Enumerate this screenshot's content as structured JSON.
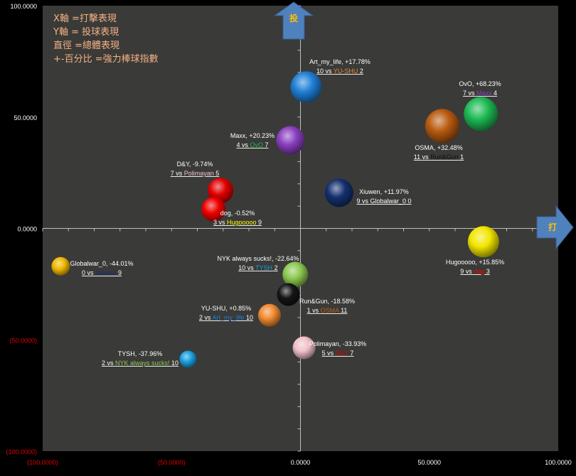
{
  "legend": [
    "X軸 =打擊表現",
    "Y軸 = 投球表現",
    "直徑 =總體表現",
    "+-百分比 =強力棒球指數"
  ],
  "arrows": {
    "up": "投",
    "right": "打"
  },
  "chart_data": {
    "type": "bubble",
    "title": "",
    "xlabel": "打擊表現",
    "ylabel": "投球表現",
    "xlim": [
      -100,
      100
    ],
    "ylim": [
      -100,
      100
    ],
    "x_ticks": [
      "(100.0000)",
      "(50.0000)",
      "0.0000",
      "50.0000",
      "100.0000"
    ],
    "x_tick_values": [
      -100,
      -50,
      0,
      50,
      100
    ],
    "y_ticks": [
      "100.0000",
      "50.0000",
      "0.0000",
      "(50.0000)",
      "(100.0000)"
    ],
    "y_tick_values": [
      100,
      50,
      0,
      -50,
      -100
    ],
    "grid": false,
    "points": [
      {
        "name": "Art_my_life",
        "pct": "+17.78%",
        "x": 2.2,
        "y": 63.5,
        "size": 22,
        "color": "#1f7fd6",
        "rank": "10",
        "opp": "YU-SHU",
        "opp_rank": "2",
        "opp_color": "#f08a30"
      },
      {
        "name": "OvO",
        "pct": "+68.23%",
        "x": 70,
        "y": 51.4,
        "size": 24,
        "color": "#1db954",
        "rank": "7",
        "opp": "Maxx",
        "opp_rank": "4",
        "opp_color": "#8a3fc0"
      },
      {
        "name": "OSMA",
        "pct": "+32.48%",
        "x": 55,
        "y": 46,
        "size": 24,
        "color": "#b85a10",
        "rank": "11",
        "opp": "Run&Gun",
        "opp_rank": "1",
        "opp_color": "#111111"
      },
      {
        "name": "Maxx",
        "pct": "+20.23%",
        "x": -3.9,
        "y": 39.6,
        "size": 20,
        "color": "#8a3fc0",
        "rank": "4",
        "opp": "OvO",
        "opp_rank": "7",
        "opp_color": "#1db954"
      },
      {
        "name": "D&Y",
        "pct": "-9.74%",
        "x": -31,
        "y": 17,
        "size": 18,
        "color": "#e00000",
        "rank": "7",
        "opp": "Polimayan",
        "opp_rank": "5",
        "opp_color": "#f0c0c8"
      },
      {
        "name": "dog",
        "pct": "-0.52%",
        "x": -33.7,
        "y": 8.6,
        "size": 17,
        "color": "#f00000",
        "rank": "3",
        "opp": "Hugooooo",
        "opp_rank": "9",
        "opp_color": "#ffff00"
      },
      {
        "name": "Xiuwen",
        "pct": "+11.97%",
        "x": 15,
        "y": 16,
        "size": 20,
        "color": "#14306e",
        "rank": "9",
        "opp": "Globalwar_0",
        "opp_rank": "0",
        "opp_color": "#ffffff"
      },
      {
        "name": "Hugooooo",
        "pct": "+15.85%",
        "x": 71,
        "y": -6,
        "size": 22,
        "color": "#f2e600",
        "rank": "9",
        "opp": "dog",
        "opp_rank": "3",
        "opp_color": "#ff0000"
      },
      {
        "name": "Globalwar_0",
        "pct": "-44.01%",
        "x": -93,
        "y": -17,
        "size": 13,
        "color": "#f0b800",
        "rank": "0",
        "opp": "Xiuwen",
        "opp_rank": "9",
        "opp_color": "#14306e"
      },
      {
        "name": "NYK always sucks!",
        "pct": "-22.64%",
        "x": -2,
        "y": -20.7,
        "size": 18,
        "color": "#8cc850",
        "rank": "10",
        "opp": "TYSH",
        "opp_rank": "2",
        "opp_color": "#1aa0e0"
      },
      {
        "name": "Run&Gun",
        "pct": "-18.58%",
        "x": -4.7,
        "y": -29.7,
        "size": 16,
        "color": "#151515",
        "rank": "1",
        "opp": "OSMA",
        "opp_rank": "11",
        "opp_color": "#c0601a"
      },
      {
        "name": "YU-SHU",
        "pct": "+0.85%",
        "x": -12,
        "y": -39,
        "size": 16,
        "color": "#f08a30",
        "rank": "2",
        "opp": "Art_my_life",
        "opp_rank": "10",
        "opp_color": "#1f7fd6"
      },
      {
        "name": "Polimayan",
        "pct": "-33.93%",
        "x": 1.4,
        "y": -53.6,
        "size": 16,
        "color": "#f0c0c8",
        "rank": "5",
        "opp": "D&Y",
        "opp_rank": "7",
        "opp_color": "#e00000"
      },
      {
        "name": "TYSH",
        "pct": "-37.96%",
        "x": -43.6,
        "y": -58.7,
        "size": 12,
        "color": "#1aa0e0",
        "rank": "2",
        "opp": "NYK always sucks!",
        "opp_rank": "10",
        "opp_color": "#8cc850"
      }
    ]
  }
}
